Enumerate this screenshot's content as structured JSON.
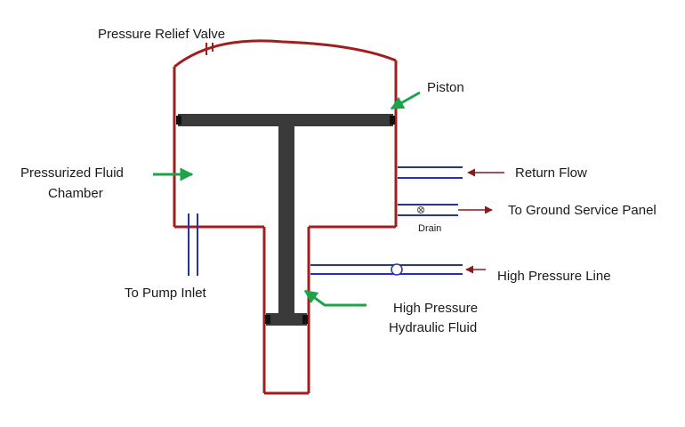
{
  "labels": {
    "pressure_relief_valve": "Pressure Relief Valve",
    "piston": "Piston",
    "pressurized_fluid_line1": "Pressurized Fluid",
    "pressurized_fluid_line2": "Chamber",
    "return_flow": "Return Flow",
    "to_ground_service_panel": "To Ground Service Panel",
    "drain": "Drain",
    "high_pressure_line": "High Pressure Line",
    "to_pump_inlet": "To Pump Inlet",
    "high_pressure_fluid_line1": "High Pressure",
    "high_pressure_fluid_line2": "Hydraulic Fluid"
  },
  "colors": {
    "housing": "#a31d1d",
    "piston": "#3a3a3a",
    "pipe": "#2430b8",
    "pointer_green": "#1fa34a",
    "flow_arrow": "#8b1a1a"
  }
}
